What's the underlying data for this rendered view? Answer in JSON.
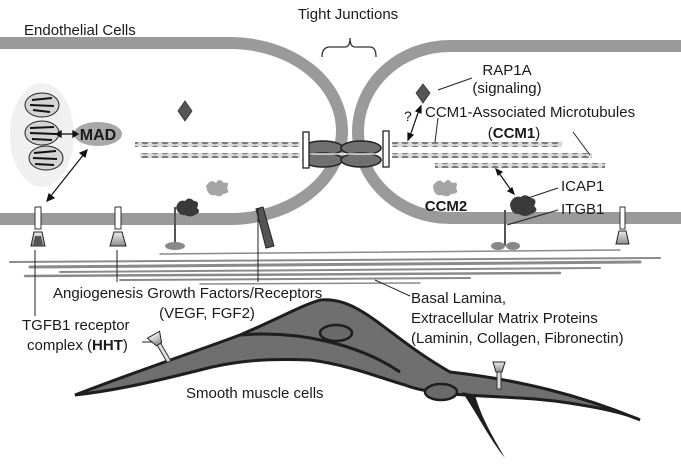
{
  "title": "Cerebral cavernous malformation pathway diagram",
  "labels": {
    "endothelial_cells": "Endothelial Cells",
    "tight_junctions": "Tight Junctions",
    "mad": "MAD",
    "rap1a": "RAP1A",
    "rap1a_sub": "(signaling)",
    "question": "?",
    "ccm1_microtubules": "CCM1-Associated Microtubules",
    "ccm1_open": "(",
    "ccm1": "CCM1",
    "ccm1_close": ")",
    "ccm2": "CCM2",
    "icap1": "ICAP1",
    "itgb1": "ITGB1",
    "angiogenesis": "Angiogenesis Growth Factors/Receptors",
    "angiogenesis_sub": "(VEGF, FGF2)",
    "tgfb1_line1": "TGFB1 receptor",
    "tgfb1_line2_pre": "complex (",
    "hht": "HHT",
    "tgfb1_line2_post": ")",
    "basal_lamina": "Basal Lamina,",
    "ecm": "Extracellular Matrix Proteins",
    "ecm_sub": "(Laminin, Collagen, Fibronectin)",
    "smooth_muscle": "Smooth muscle cells"
  },
  "colors": {
    "membrane": "#9a9a9a",
    "membrane_dark": "#7d7d7d",
    "cell_fill": "#6f6f6f",
    "outline": "#1e1e1e",
    "diamond": "#555555",
    "text": "#1a1a1a"
  }
}
